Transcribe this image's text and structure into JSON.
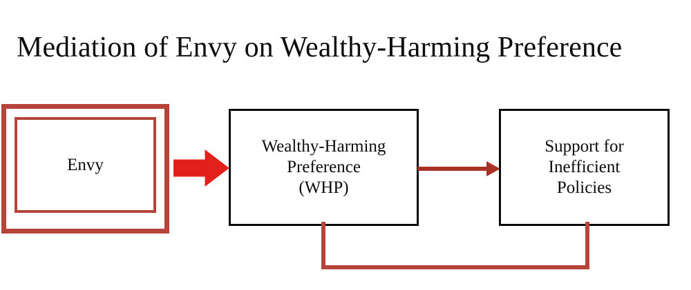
{
  "title": "Mediation of Envy on Wealthy-Harming Preference",
  "colors": {
    "background": "#ffffff",
    "text": "#0d0d0d",
    "node_border_black": "#0a0a0a",
    "envy_frame_red": "#b5443b",
    "bold_arrow_red": "#e2211c",
    "thin_arrow_red": "#a93226",
    "feedback_line_red": "#b5443b"
  },
  "diagram": {
    "type": "mediation-model",
    "nodes": [
      {
        "id": "envy",
        "label": "Envy",
        "style": "double-red-frame"
      },
      {
        "id": "whp",
        "label": "Wealthy-Harming\nPreference\n(WHP)",
        "style": "black-rectangle"
      },
      {
        "id": "policies",
        "label": "Support for\nInefficient\nPolicies",
        "style": "black-rectangle"
      }
    ],
    "edges": [
      {
        "id": "envy-to-whp",
        "from": "envy",
        "to": "whp",
        "style": "thick-block-arrow",
        "direction": "right"
      },
      {
        "id": "whp-to-policies",
        "from": "whp",
        "to": "policies",
        "style": "thin-arrow",
        "direction": "right"
      },
      {
        "id": "policies-to-whp-feedback",
        "from": "policies",
        "to": "whp",
        "style": "elbow-line",
        "direction": "bottom-loop"
      }
    ]
  }
}
